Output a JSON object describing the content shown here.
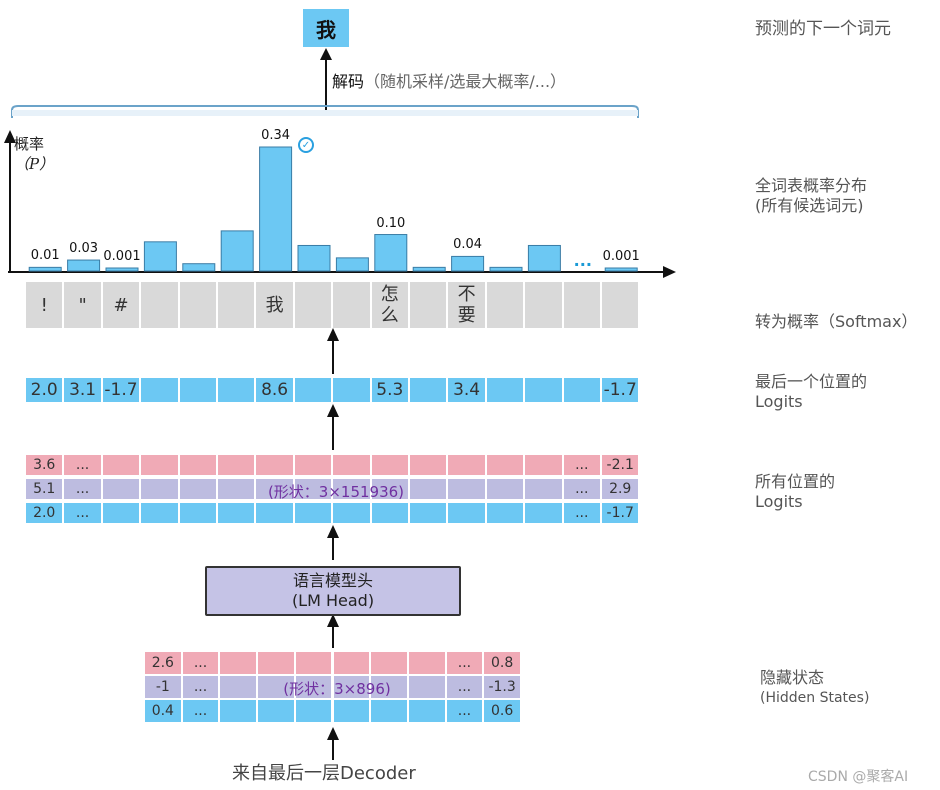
{
  "top_token": "我",
  "decode": {
    "label": "解码",
    "note": "（随机采样/选最大概率/...）"
  },
  "side_labels": {
    "next_token": "预测的下一个词元",
    "vocab_dist_line1": "全词表概率分布",
    "vocab_dist_line2": "(所有候选词元)",
    "to_prob": "转为概率（Softmax）",
    "last_logits_line1": "最后一个位置的",
    "last_logits_line2": "Logits",
    "all_logits_line1": "所有位置的",
    "all_logits_line2": "Logits",
    "hidden_line1": "隐藏状态",
    "hidden_line2": "(Hidden States)"
  },
  "prob_axis": {
    "ylabel_line1": "概率",
    "ylabel_line2": "（P）"
  },
  "bars": [
    {
      "value": 0.01,
      "label": "0.01"
    },
    {
      "value": 0.03,
      "label": "0.03"
    },
    {
      "value": 0.001,
      "label": "0.001"
    },
    {
      "value": 0.08,
      "label": ""
    },
    {
      "value": 0.02,
      "label": ""
    },
    {
      "value": 0.11,
      "label": ""
    },
    {
      "value": 0.34,
      "label": "0.34",
      "selected": true
    },
    {
      "value": 0.07,
      "label": ""
    },
    {
      "value": 0.036,
      "label": ""
    },
    {
      "value": 0.1,
      "label": "0.10"
    },
    {
      "value": 0.01,
      "label": ""
    },
    {
      "value": 0.04,
      "label": "0.04"
    },
    {
      "value": 0.01,
      "label": ""
    },
    {
      "value": 0.07,
      "label": ""
    },
    {
      "value": null,
      "label": "..."
    },
    {
      "value": 0.001,
      "label": "0.001"
    }
  ],
  "tokens": [
    "!",
    "\"",
    "#",
    "",
    "",
    "",
    "我",
    "",
    "",
    "怎\n么",
    "",
    "不\n要",
    "",
    "",
    "",
    ""
  ],
  "last_logits": [
    "2.0",
    "3.1",
    "-1.7",
    "",
    "",
    "",
    "8.6",
    "",
    "",
    "5.3",
    "",
    "3.4",
    "",
    "",
    "",
    "-1.7"
  ],
  "all_logits": {
    "rows": [
      [
        "3.6",
        "...",
        "",
        "",
        "",
        "",
        "",
        "",
        "",
        "",
        "",
        "",
        "",
        "",
        "...",
        "-2.1"
      ],
      [
        "5.1",
        "...",
        "",
        "",
        "",
        "",
        "",
        "",
        "",
        "",
        "",
        "",
        "",
        "",
        "...",
        "2.9"
      ],
      [
        "2.0",
        "...",
        "",
        "",
        "",
        "",
        "",
        "",
        "",
        "",
        "",
        "",
        "",
        "",
        "...",
        "-1.7"
      ]
    ],
    "shape": "(形状：3×151936)"
  },
  "lm_head": {
    "line1": "语言模型头",
    "line2": "(LM Head)"
  },
  "hidden_states": {
    "rows": [
      [
        "2.6",
        "...",
        "",
        "",
        "",
        "",
        "",
        "",
        "...",
        "0.8"
      ],
      [
        "-1",
        "...",
        "",
        "",
        "",
        "",
        "",
        "",
        "...",
        "-1.3"
      ],
      [
        "0.4",
        "...",
        "",
        "",
        "",
        "",
        "",
        "",
        "...",
        "0.6"
      ]
    ],
    "shape": "(形状：3×896)"
  },
  "source": "来自最后一层Decoder",
  "watermark": "CSDN @聚客AI",
  "colors": {
    "blue": "#6cc8f3",
    "pink": "#f0aab6",
    "lavender": "#bdbce0",
    "gray": "#d9d9d9",
    "lm_head_fill": "#c5c3e6",
    "shape_text": "#7030a0"
  }
}
